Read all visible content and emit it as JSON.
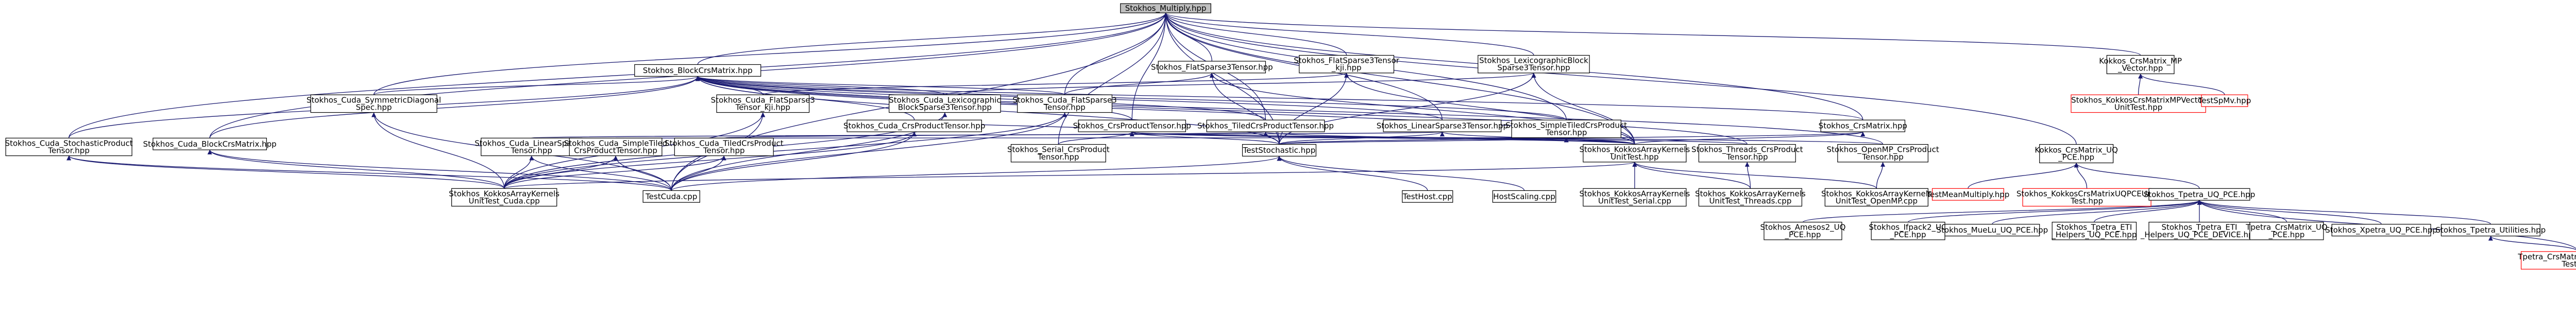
{
  "colors": {
    "edge": "#191970",
    "node_border": "#000000",
    "node_border_missing": "#ff0000",
    "root_fill": "#bfbfbf",
    "background": "#ffffff"
  },
  "nodes": [
    {
      "id": "root",
      "lines": [
        "Stokhos_Multiply.hpp"
      ],
      "kind": "root"
    },
    {
      "id": "bcrs",
      "lines": [
        "Stokhos_BlockCrsMatrix.hpp"
      ]
    },
    {
      "id": "flat3",
      "lines": [
        "Stokhos_FlatSparse3Tensor.hpp"
      ]
    },
    {
      "id": "flat3kji",
      "lines": [
        "Stokhos_FlatSparse3Tensor",
        "_kji.hpp"
      ]
    },
    {
      "id": "lexbs",
      "lines": [
        "Stokhos_LexicographicBlock",
        "Sparse3Tensor.hpp"
      ]
    },
    {
      "id": "kcrsmp",
      "lines": [
        "Kokkos_CrsMatrix_MP",
        "_Vector.hpp"
      ]
    },
    {
      "id": "cuda_symdiag",
      "lines": [
        "Stokhos_Cuda_SymmetricDiagonal",
        "Spec.hpp"
      ]
    },
    {
      "id": "cuda_lex",
      "lines": [
        "Stokhos_Cuda_Lexicographic",
        "BlockSparse3Tensor.hpp"
      ]
    },
    {
      "id": "cuda_flat3",
      "lines": [
        "Stokhos_Cuda_FlatSparse3",
        "Tensor.hpp"
      ]
    },
    {
      "id": "cuda_flat3kji",
      "lines": [
        "Stokhos_Cuda_FlatSparse3",
        "Tensor_kji.hpp"
      ]
    },
    {
      "id": "cuda_crsprod",
      "lines": [
        "Stokhos_Cuda_CrsProductTensor.hpp"
      ]
    },
    {
      "id": "crsprod",
      "lines": [
        "Stokhos_CrsProductTensor.hpp"
      ]
    },
    {
      "id": "tiledcrs",
      "lines": [
        "Stokhos_TiledCrsProductTensor.hpp"
      ]
    },
    {
      "id": "linsparse",
      "lines": [
        "Stokhos_LinearSparse3Tensor.hpp"
      ]
    },
    {
      "id": "simpletiled",
      "lines": [
        "Stokhos_SimpleTiledCrsProduct",
        "Tensor.hpp"
      ]
    },
    {
      "id": "crsmat",
      "lines": [
        "Stokhos_CrsMatrix.hpp"
      ]
    },
    {
      "id": "stoch_prod",
      "lines": [
        "Stokhos_Cuda_StochasticProduct",
        "Tensor.hpp"
      ]
    },
    {
      "id": "cuda_bcrs",
      "lines": [
        "Stokhos_Cuda_BlockCrsMatrix.hpp"
      ]
    },
    {
      "id": "cuda_linsparse",
      "lines": [
        "Stokhos_Cuda_LinearSparse3",
        "Tensor.hpp"
      ]
    },
    {
      "id": "cuda_simpletiled",
      "lines": [
        "Stokhos_Cuda_SimpleTiled",
        "CrsProductTensor.hpp"
      ]
    },
    {
      "id": "cuda_tiledcrs",
      "lines": [
        "Stokhos_Cuda_TiledCrsProduct",
        "Tensor.hpp"
      ]
    },
    {
      "id": "serial_crs",
      "lines": [
        "Stokhos_Serial_CrsProduct",
        "Tensor.hpp"
      ]
    },
    {
      "id": "teststoch",
      "lines": [
        "TestStochastic.hpp"
      ]
    },
    {
      "id": "kak_unit",
      "lines": [
        "Stokhos_KokkosArrayKernels",
        "UnitTest.hpp"
      ]
    },
    {
      "id": "threads_crs",
      "lines": [
        "Stokhos_Threads_CrsProduct",
        "Tensor.hpp"
      ]
    },
    {
      "id": "openmp_crs",
      "lines": [
        "Stokhos_OpenMP_CrsProduct",
        "Tensor.hpp"
      ]
    },
    {
      "id": "kcrsmpunit",
      "lines": [
        "Stokhos_KokkosCrsMatrixMPVector",
        "UnitTest.hpp"
      ],
      "kind": "red"
    },
    {
      "id": "testspmv",
      "lines": [
        "TestSpMv.hpp"
      ],
      "kind": "red"
    },
    {
      "id": "kcrsuq",
      "lines": [
        "Kokkos_CrsMatrix_UQ",
        "_PCE.hpp"
      ]
    },
    {
      "id": "kak_cuda",
      "lines": [
        "Stokhos_KokkosArrayKernels",
        "UnitTest_Cuda.cpp"
      ]
    },
    {
      "id": "testcuda",
      "lines": [
        "TestCuda.cpp"
      ]
    },
    {
      "id": "testhost",
      "lines": [
        "TestHost.cpp"
      ]
    },
    {
      "id": "hostscaling",
      "lines": [
        "HostScaling.cpp"
      ]
    },
    {
      "id": "kak_serial",
      "lines": [
        "Stokhos_KokkosArrayKernels",
        "UnitTest_Serial.cpp"
      ]
    },
    {
      "id": "kak_threads",
      "lines": [
        "Stokhos_KokkosArrayKernels",
        "UnitTest_Threads.cpp"
      ]
    },
    {
      "id": "kak_openmp",
      "lines": [
        "Stokhos_KokkosArrayKernels",
        "UnitTest_OpenMP.cpp"
      ]
    },
    {
      "id": "testmean",
      "lines": [
        "TestMeanMultiply.hpp"
      ],
      "kind": "red"
    },
    {
      "id": "kcrsuqunit",
      "lines": [
        "Stokhos_KokkosCrsMatrixUQPCEUnit",
        "Test.hpp"
      ],
      "kind": "red"
    },
    {
      "id": "tpetra_uq",
      "lines": [
        "Stokhos_Tpetra_UQ_PCE.hpp"
      ]
    },
    {
      "id": "amesos2",
      "lines": [
        "Stokhos_Amesos2_UQ",
        "_PCE.hpp"
      ]
    },
    {
      "id": "ifpack2",
      "lines": [
        "Stokhos_Ifpack2_UQ",
        "_PCE.hpp"
      ]
    },
    {
      "id": "muelu",
      "lines": [
        "Stokhos_MueLu_UQ_PCE.hpp"
      ]
    },
    {
      "id": "eti_helpers",
      "lines": [
        "Stokhos_Tpetra_ETI",
        "_Helpers_UQ_PCE.hpp"
      ]
    },
    {
      "id": "eti_helpers_dev",
      "lines": [
        "Stokhos_Tpetra_ETI",
        "_Helpers_UQ_PCE_DEVICE.hpp"
      ]
    },
    {
      "id": "tpetra_crs",
      "lines": [
        "Tpetra_CrsMatrix_UQ",
        "_PCE.hpp"
      ]
    },
    {
      "id": "xpetra",
      "lines": [
        "Stokhos_Xpetra_UQ_PCE.hpp"
      ]
    },
    {
      "id": "tpetra_util",
      "lines": [
        "Stokhos_Tpetra_Utilities.hpp"
      ]
    },
    {
      "id": "tpetracrsunit",
      "lines": [
        "Tpetra_CrsMatrix_UQ_PCE_Unit",
        "Test.hpp"
      ],
      "kind": "red"
    }
  ],
  "edges": [
    [
      "bcrs",
      "root"
    ],
    [
      "flat3",
      "root"
    ],
    [
      "flat3kji",
      "root"
    ],
    [
      "lexbs",
      "root"
    ],
    [
      "kcrsmp",
      "root"
    ],
    [
      "stoch_prod",
      "root"
    ],
    [
      "cuda_bcrs",
      "root"
    ],
    [
      "cuda_symdiag",
      "root"
    ],
    [
      "crsprod",
      "root"
    ],
    [
      "tiledcrs",
      "root"
    ],
    [
      "linsparse",
      "root"
    ],
    [
      "simpletiled",
      "root"
    ],
    [
      "crsmat",
      "root"
    ],
    [
      "kcrsuq",
      "root"
    ],
    [
      "teststoch",
      "root"
    ],
    [
      "serial_crs",
      "root"
    ],
    [
      "testcuda",
      "root"
    ],
    [
      "cuda_flat3",
      "root"
    ],
    [
      "kak_unit",
      "root"
    ],
    [
      "stoch_prod",
      "bcrs"
    ],
    [
      "cuda_bcrs",
      "bcrs"
    ],
    [
      "cuda_symdiag",
      "bcrs"
    ],
    [
      "cuda_lex",
      "bcrs"
    ],
    [
      "cuda_flat3",
      "bcrs"
    ],
    [
      "cuda_flat3kji",
      "bcrs"
    ],
    [
      "cuda_crsprod",
      "bcrs"
    ],
    [
      "crsprod",
      "bcrs"
    ],
    [
      "tiledcrs",
      "bcrs"
    ],
    [
      "linsparse",
      "bcrs"
    ],
    [
      "simpletiled",
      "bcrs"
    ],
    [
      "crsmat",
      "bcrs"
    ],
    [
      "teststoch",
      "bcrs"
    ],
    [
      "kak_unit",
      "bcrs"
    ],
    [
      "threads_crs",
      "bcrs"
    ],
    [
      "openmp_crs",
      "bcrs"
    ],
    [
      "cuda_flat3",
      "flat3"
    ],
    [
      "teststoch",
      "flat3"
    ],
    [
      "kak_unit",
      "flat3"
    ],
    [
      "cuda_flat3kji",
      "flat3kji"
    ],
    [
      "teststoch",
      "flat3kji"
    ],
    [
      "kak_unit",
      "flat3kji"
    ],
    [
      "cuda_lex",
      "lexbs"
    ],
    [
      "teststoch",
      "lexbs"
    ],
    [
      "kak_unit",
      "lexbs"
    ],
    [
      "kcrsmpunit",
      "kcrsmp"
    ],
    [
      "testspmv",
      "kcrsmp"
    ],
    [
      "testcuda",
      "cuda_symdiag"
    ],
    [
      "kak_cuda",
      "cuda_symdiag"
    ],
    [
      "testcuda",
      "cuda_lex"
    ],
    [
      "kak_cuda",
      "cuda_lex"
    ],
    [
      "testcuda",
      "cuda_flat3"
    ],
    [
      "kak_cuda",
      "cuda_flat3"
    ],
    [
      "testcuda",
      "cuda_flat3kji"
    ],
    [
      "kak_cuda",
      "cuda_flat3kji"
    ],
    [
      "testcuda",
      "cuda_crsprod"
    ],
    [
      "kak_cuda",
      "cuda_crsprod"
    ],
    [
      "cuda_crsprod",
      "crsprod"
    ],
    [
      "serial_crs",
      "crsprod"
    ],
    [
      "teststoch",
      "crsprod"
    ],
    [
      "kak_unit",
      "crsprod"
    ],
    [
      "threads_crs",
      "crsprod"
    ],
    [
      "openmp_crs",
      "crsprod"
    ],
    [
      "cuda_tiledcrs",
      "tiledcrs"
    ],
    [
      "teststoch",
      "tiledcrs"
    ],
    [
      "kak_unit",
      "tiledcrs"
    ],
    [
      "cuda_linsparse",
      "linsparse"
    ],
    [
      "teststoch",
      "linsparse"
    ],
    [
      "kak_unit",
      "linsparse"
    ],
    [
      "cuda_simpletiled",
      "simpletiled"
    ],
    [
      "teststoch",
      "simpletiled"
    ],
    [
      "kak_unit",
      "simpletiled"
    ],
    [
      "teststoch",
      "crsmat"
    ],
    [
      "kak_unit",
      "crsmat"
    ],
    [
      "testcuda",
      "stoch_prod"
    ],
    [
      "kak_cuda",
      "stoch_prod"
    ],
    [
      "testcuda",
      "cuda_bcrs"
    ],
    [
      "kak_cuda",
      "cuda_bcrs"
    ],
    [
      "testcuda",
      "cuda_linsparse"
    ],
    [
      "kak_cuda",
      "cuda_linsparse"
    ],
    [
      "testcuda",
      "cuda_simpletiled"
    ],
    [
      "kak_cuda",
      "cuda_simpletiled"
    ],
    [
      "testcuda",
      "cuda_tiledcrs"
    ],
    [
      "kak_cuda",
      "cuda_tiledcrs"
    ],
    [
      "testcuda",
      "teststoch"
    ],
    [
      "testhost",
      "teststoch"
    ],
    [
      "hostscaling",
      "teststoch"
    ],
    [
      "kak_cuda",
      "kak_unit"
    ],
    [
      "kak_serial",
      "kak_unit"
    ],
    [
      "kak_threads",
      "kak_unit"
    ],
    [
      "kak_openmp",
      "kak_unit"
    ],
    [
      "kak_threads",
      "threads_crs"
    ],
    [
      "kak_openmp",
      "openmp_crs"
    ],
    [
      "testmean",
      "kcrsuq"
    ],
    [
      "kcrsuqunit",
      "kcrsuq"
    ],
    [
      "tpetra_uq",
      "kcrsuq"
    ],
    [
      "amesos2",
      "tpetra_uq"
    ],
    [
      "ifpack2",
      "tpetra_uq"
    ],
    [
      "muelu",
      "tpetra_uq"
    ],
    [
      "eti_helpers",
      "tpetra_uq"
    ],
    [
      "eti_helpers_dev",
      "tpetra_uq"
    ],
    [
      "tpetra_crs",
      "tpetra_uq"
    ],
    [
      "xpetra",
      "tpetra_uq"
    ],
    [
      "tpetra_util",
      "tpetra_uq"
    ],
    [
      "tpetracrsunit",
      "tpetra_uq"
    ],
    [
      "tpetracrsunit",
      "tpetra_util"
    ]
  ]
}
